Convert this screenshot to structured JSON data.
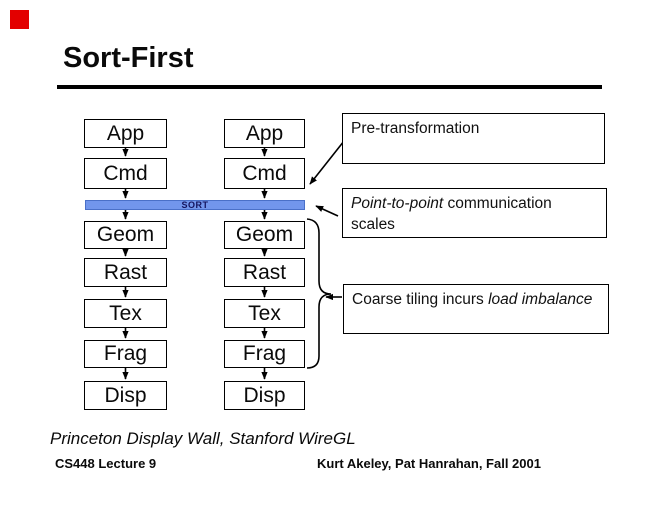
{
  "slide": {
    "title": "Sort-First",
    "caption": "Princeton Display Wall, Stanford WireGL",
    "footer_left": "CS448 Lecture 9",
    "footer_right": "Kurt Akeley, Pat Hanrahan, Fall 2001"
  },
  "pipeline": {
    "stages": [
      "App",
      "Cmd",
      "Geom",
      "Rast",
      "Tex",
      "Frag",
      "Disp"
    ],
    "columns": 2,
    "sort_bar": {
      "label": "SORT",
      "fill_color": "#7296ec",
      "border_color": "#4a70c8",
      "label_color": "#15155e"
    }
  },
  "callouts": {
    "pretransform": {
      "text": "Pre-transformation"
    },
    "p2p": {
      "italic": "Point-to-point",
      "rest": " communication scales"
    },
    "coarse": {
      "prefix": "Coarse tiling incurs ",
      "italic": "load imbalance"
    }
  },
  "colors": {
    "accent_red": "#e30000",
    "line": "#000000"
  }
}
